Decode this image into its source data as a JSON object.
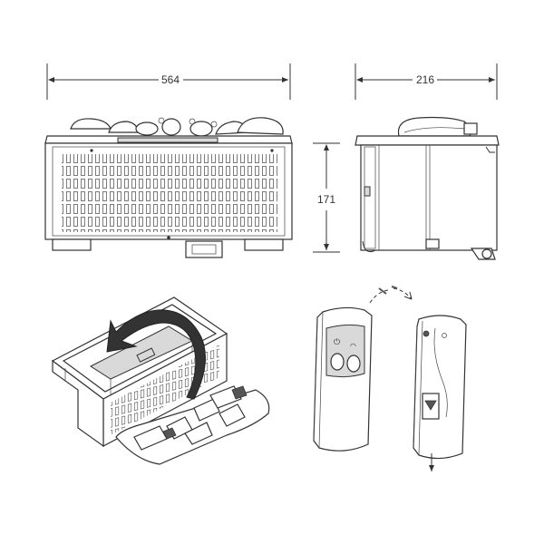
{
  "dimensions": {
    "front_width": "564",
    "side_depth": "216",
    "height": "171"
  },
  "icons": {
    "rotate_arrow": "curved-rotate-arrow-icon",
    "power": "power-icon",
    "flame": "flame-icon",
    "battery_out": "down-arrow-icon"
  },
  "colors": {
    "line": "#333333",
    "fill_grey": "#d9d9d9",
    "arrow": "#444444"
  }
}
